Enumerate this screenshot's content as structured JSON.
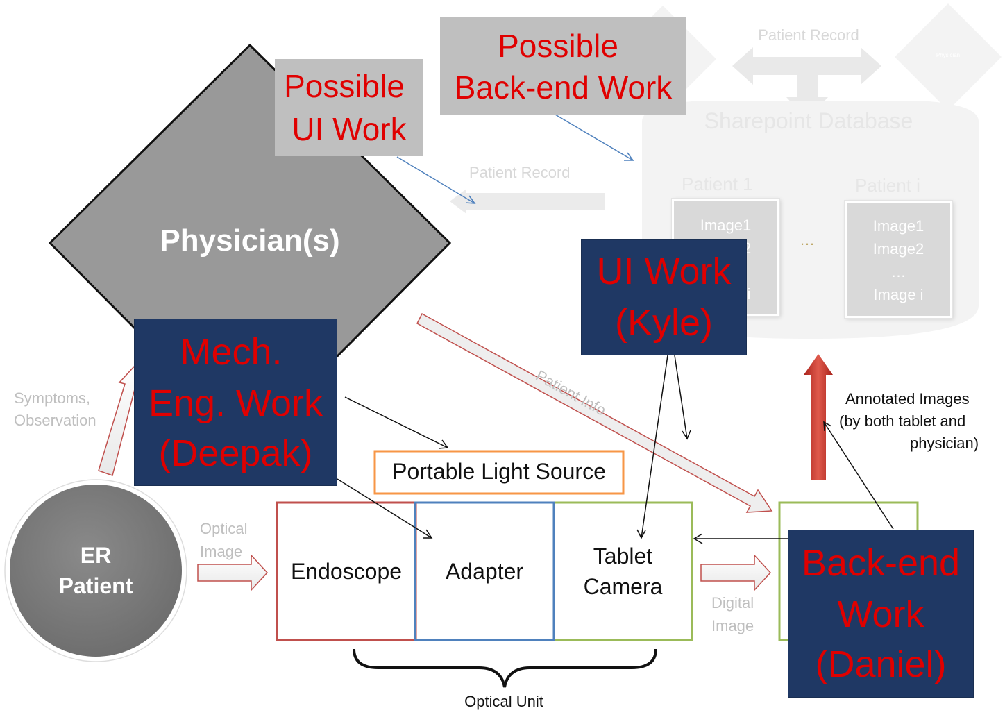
{
  "sharepoint": {
    "top_label": "Patient Record",
    "physician_small": "Physician",
    "database_title": "Sharepoint Database",
    "patient1_label": "Patient 1",
    "patienti_label": "Patient i",
    "card1_lines": [
      "Image1",
      "Image2",
      "…",
      "Image i"
    ],
    "cardi_lines": [
      "Image1",
      "Image2",
      "…",
      "Image i"
    ],
    "ellipsis": "…"
  },
  "patient_record_arrow_label": "Patient Record",
  "physician": {
    "label": "Physician(s)"
  },
  "possible_ui": {
    "line1": "Possible",
    "line2": "UI Work"
  },
  "possible_backend": {
    "line1": "Possible",
    "line2": "Back-end Work"
  },
  "ui_work": {
    "line1": "UI Work",
    "line2": "(Kyle)"
  },
  "mech_work": {
    "line1": "Mech.",
    "line2": "Eng. Work",
    "line3": "(Deepak)"
  },
  "backend_work": {
    "line1": "Back-end",
    "line2": "Work",
    "line3": "(Daniel)"
  },
  "labels": {
    "symptoms": "Symptoms,",
    "observation": "Observation",
    "patient_info": "Patient Info",
    "optical_image_1": "Optical",
    "optical_image_2": "Image",
    "digital_image_1": "Digital",
    "digital_image_2": "Image",
    "annotated_1": "Annotated Images",
    "annotated_2": "(by both tablet and",
    "annotated_3": "physician)",
    "optical_unit": "Optical Unit"
  },
  "light_source": "Portable Light Source",
  "optical_unit": {
    "endoscope": "Endoscope",
    "adapter": "Adapter",
    "tablet_line1": "Tablet",
    "tablet_line2": "Camera"
  },
  "er_patient": {
    "line1": "ER",
    "line2": "Patient"
  },
  "colors": {
    "navy": "#1f3864",
    "work_text_red": "#e00000",
    "physician_grey": "#999999",
    "er_grey": "#777777",
    "endoscope_border": "#c0504d",
    "adapter_border": "#4f81bd",
    "tablet_border": "#9bbb59",
    "light_source_border": "#f79646",
    "upload_arrow": "#c0392b"
  }
}
